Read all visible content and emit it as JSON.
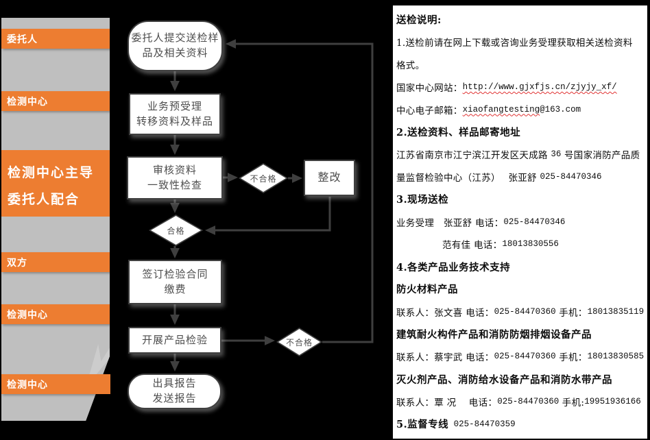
{
  "colors": {
    "accent_orange": "#ed7d31",
    "ribbon_gray": "#bfbfbf",
    "flow_line": "#3f3f3f",
    "spellcheck_red": "#e03232",
    "background": "#000000"
  },
  "sidebar": {
    "items": [
      {
        "label": "委托人"
      },
      {
        "label": "检测中心"
      },
      {
        "label": "检测中心主导\n委托人配合"
      },
      {
        "label": "双方"
      },
      {
        "label": "检测中心"
      },
      {
        "label": "检测中心"
      }
    ]
  },
  "flowchart": {
    "nodes": [
      {
        "id": "submit",
        "shape": "rounded",
        "label": "委托人提交送检样\n品及相关资料"
      },
      {
        "id": "preaccept",
        "shape": "rect",
        "label": "业务预受理\n转移资料及样品"
      },
      {
        "id": "review",
        "shape": "rect",
        "label": "审核资料\n一致性检查"
      },
      {
        "id": "fail1",
        "shape": "diamond",
        "label": "不合格"
      },
      {
        "id": "rectify",
        "shape": "rect",
        "label": "整改"
      },
      {
        "id": "pass",
        "shape": "diamond",
        "label": "合格"
      },
      {
        "id": "contract",
        "shape": "rect",
        "label": "签订检验合同\n缴费"
      },
      {
        "id": "test",
        "shape": "rect",
        "label": "开展产品检验"
      },
      {
        "id": "fail2",
        "shape": "diamond",
        "label": "不合格"
      },
      {
        "id": "report",
        "shape": "rounded",
        "label": "出具报告\n发送报告"
      }
    ]
  },
  "panel": {
    "title": "送检说明:",
    "lines": [
      {
        "t1": "1.送检前请在网上下载或咨询业务受理获取相关送检资料"
      },
      {
        "t1": "格式。"
      },
      {
        "t1": "国家中心网站：",
        "wavy": "http://www.gjxfjs.cn/zjyjy_xf/"
      },
      {
        "t1": "中心电子邮箱：",
        "wavy": "xiaofangtesting",
        "m1": "@163.com"
      },
      {
        "bold": "2.送检资料、样品邮寄地址"
      },
      {
        "t1": "江苏省南京市江宁滨江开发区天成路 ",
        "m1": "36",
        "t2": " 号国家消防产品质"
      },
      {
        "t1": "量监督检验中心（江苏）　 张亚舒 ",
        "m1": "025-84470346"
      },
      {
        "bold": "3.现场送检"
      },
      {
        "t1": "业务受理　张亚舒 电话：",
        "m1": "025-84470346"
      },
      {
        "t1": "范有佳 电话：",
        "m1": "18013830556"
      },
      {
        "bold": "4.各类产品业务技术支持"
      },
      {
        "bold": "防火材料产品"
      },
      {
        "t1": "联系人：张文喜 电话：",
        "m1": "025-84470360",
        "t2": " 手机：",
        "m2": "18013835119"
      },
      {
        "bold": "建筑耐火构件产品和消防防烟排烟设备产品"
      },
      {
        "t1": "联系人：蔡宇武 电话：",
        "m1": "025-84470360",
        "t2": " 手机：",
        "m2": "18013830585"
      },
      {
        "bold": "灭火剂产品、消防给水设备产品和消防水带产品"
      },
      {
        "t1": "联系人：覃 况　 电话：",
        "m1": "025-84470360",
        "t2": " 手机:",
        "m2": "19951936166"
      },
      {
        "bold": "5.监督专线",
        "m1": " 025-84470359"
      }
    ]
  }
}
